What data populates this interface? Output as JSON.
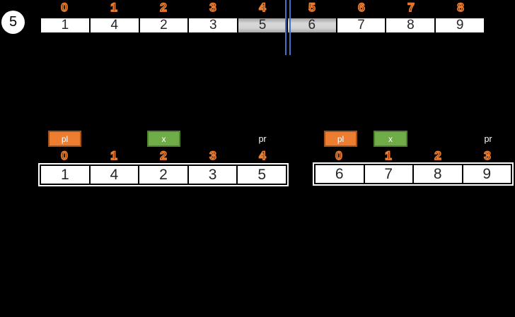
{
  "pivot": {
    "value": "5"
  },
  "labels": {
    "pl": "pl",
    "x": "x",
    "pr": "pr"
  },
  "colors": {
    "background": "#000000",
    "index_orange": "#ED7D31",
    "orange_badge_fill": "#ED7D31",
    "orange_badge_border": "#A0521E",
    "green_badge_fill": "#70AD47",
    "green_badge_border": "#507E32",
    "split_marker_blue": "#4472C4",
    "highlight_gray": "#CFCFCF",
    "cell_white": "#FFFFFF"
  },
  "main_array": {
    "indices": [
      "0",
      "1",
      "2",
      "3",
      "4",
      "5",
      "6",
      "7",
      "8"
    ],
    "values": [
      "1",
      "4",
      "2",
      "3",
      "5",
      "6",
      "7",
      "8",
      "9"
    ],
    "highlighted_values": [
      "5",
      "6"
    ]
  },
  "left_subarray": {
    "indices": [
      "0",
      "1",
      "2",
      "3",
      "4"
    ],
    "values": [
      "1",
      "4",
      "2",
      "3",
      "5"
    ],
    "pl_at_index": "0",
    "x_at_index": "2",
    "pr_at_index": "4"
  },
  "right_subarray": {
    "indices": [
      "0",
      "1",
      "2",
      "3"
    ],
    "values": [
      "6",
      "7",
      "8",
      "9"
    ],
    "pl_at_index": "0",
    "x_at_index": "1",
    "pr_at_index": "3"
  }
}
